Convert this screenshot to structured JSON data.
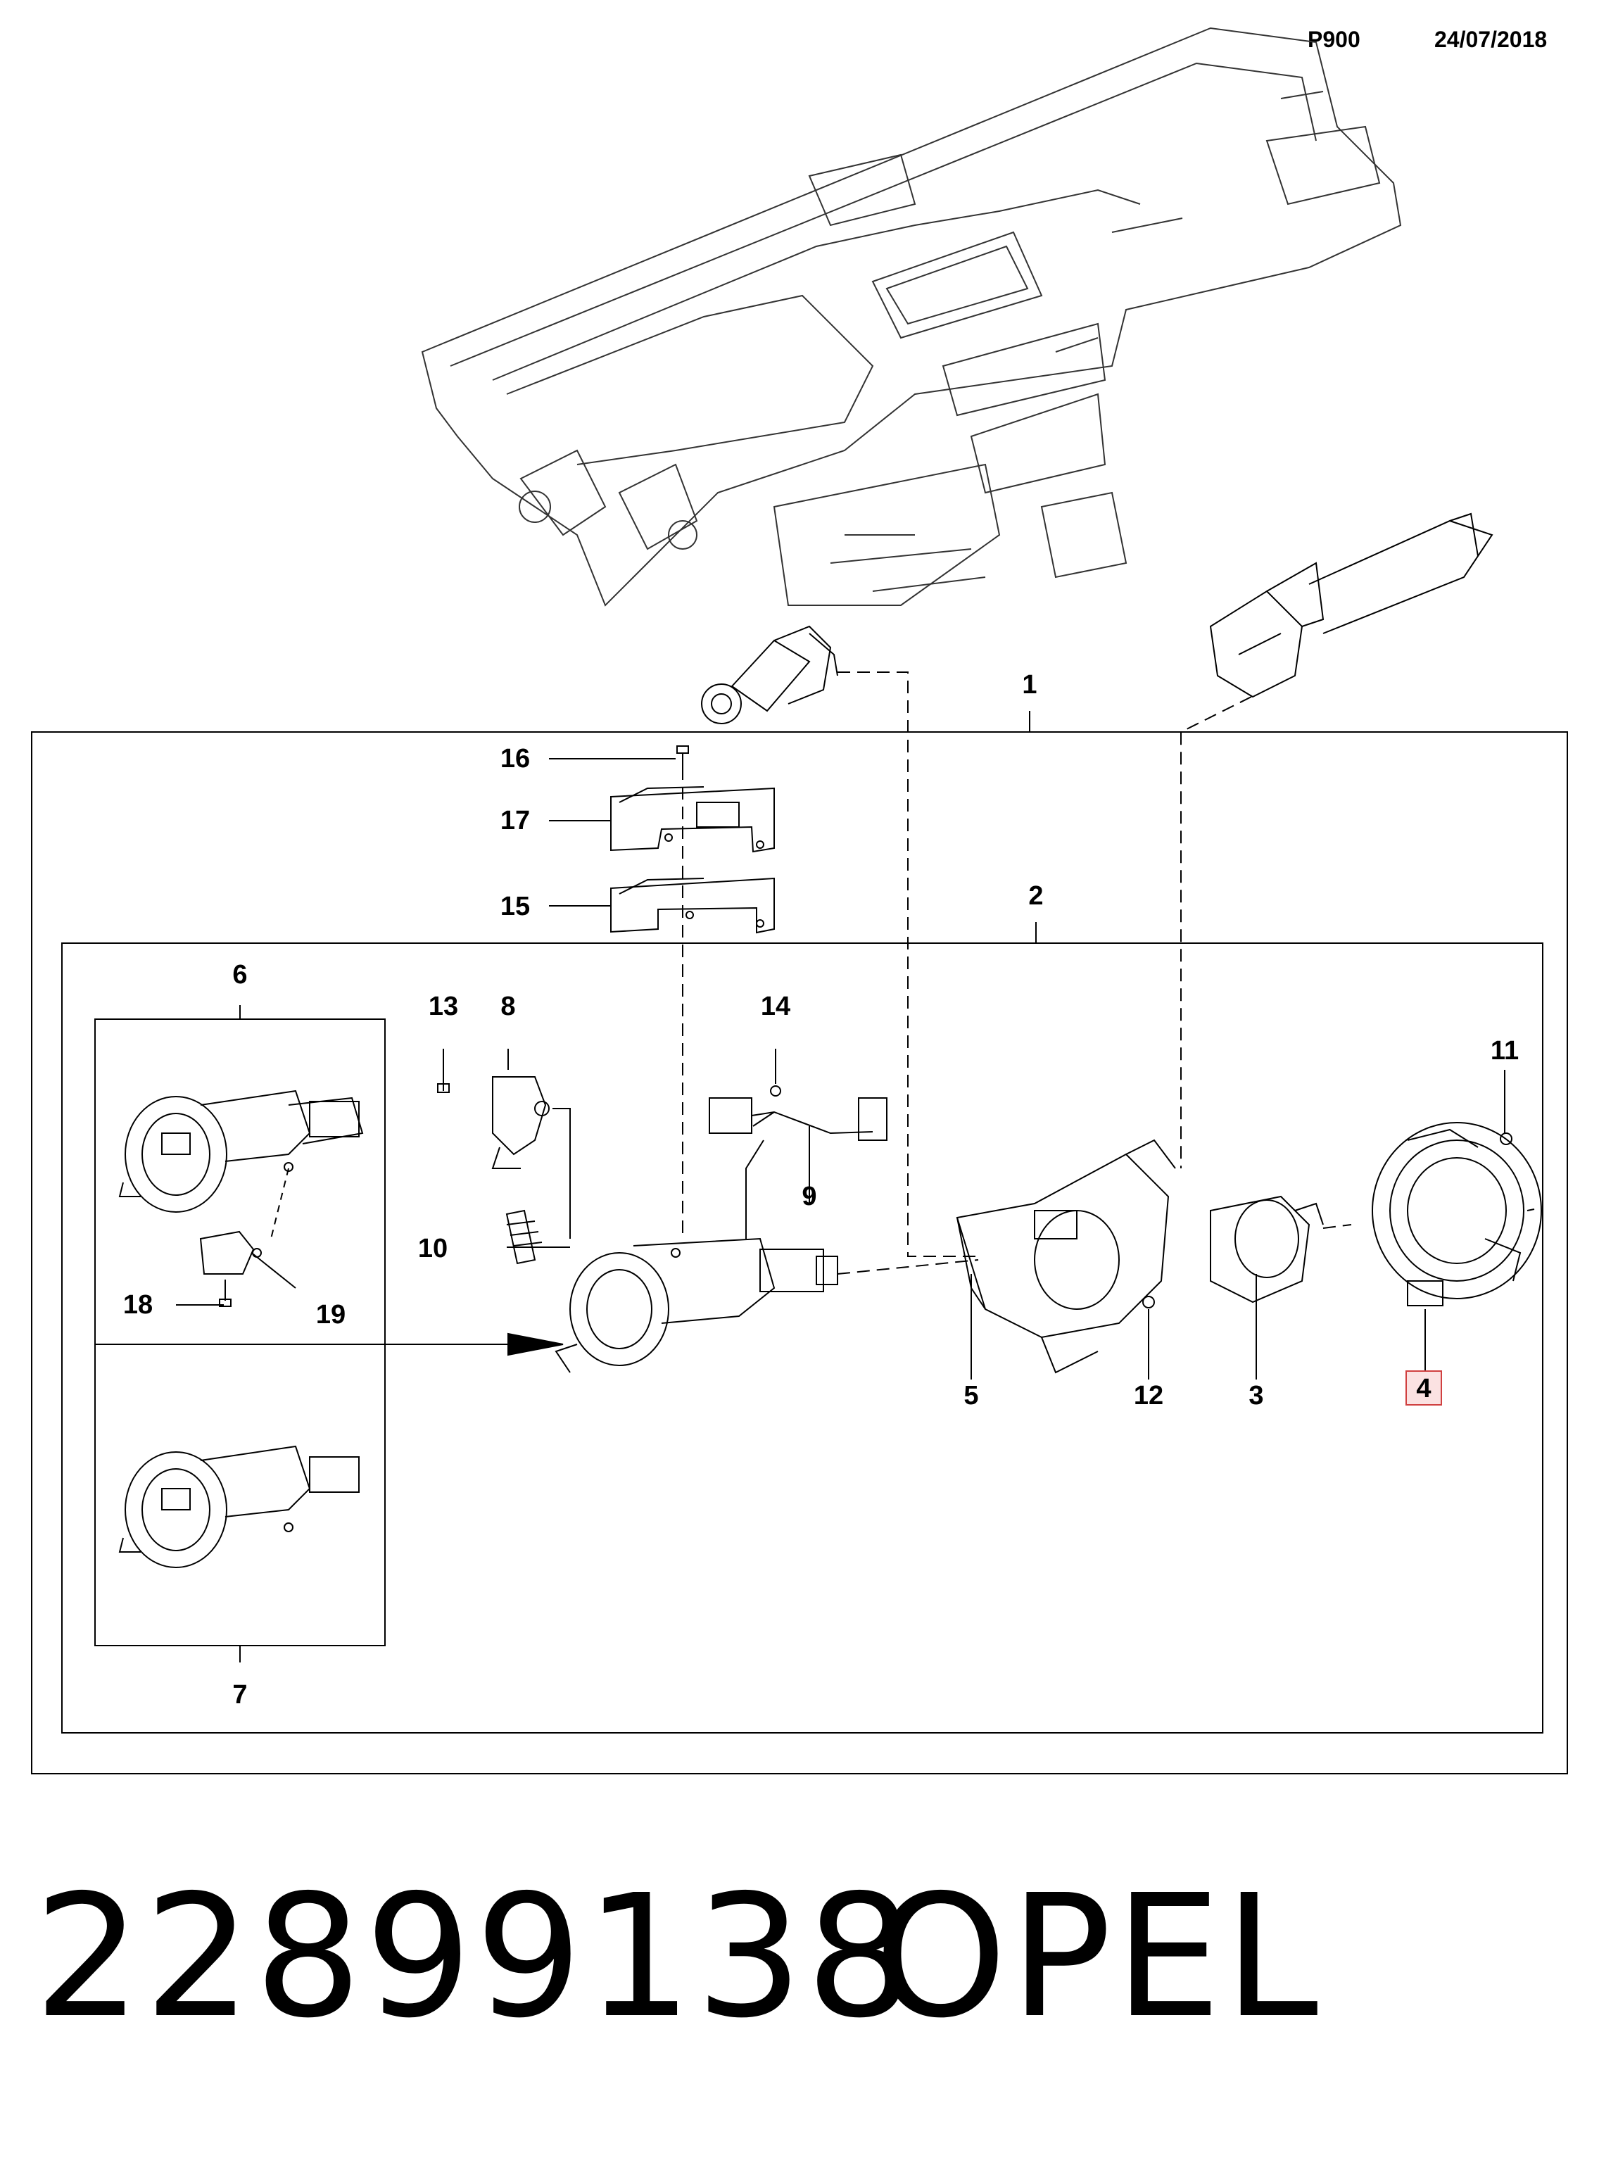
{
  "header": {
    "code": "P900",
    "date": "24/07/2018"
  },
  "callouts": {
    "c1": "1",
    "c2": "2",
    "c3": "3",
    "c4": "4",
    "c5": "5",
    "c6": "6",
    "c7": "7",
    "c8": "8",
    "c9": "9",
    "c10": "10",
    "c11": "11",
    "c12": "12",
    "c13": "13",
    "c14": "14",
    "c15": "15",
    "c16": "16",
    "c17": "17",
    "c18": "18",
    "c19": "19"
  },
  "highlighted_callout": "4",
  "colors": {
    "line": "#000000",
    "highlight_border": "#d04040",
    "highlight_fill": "#fbe2e2"
  },
  "footer": {
    "part_number": "22899138",
    "brand": "OPEL"
  }
}
